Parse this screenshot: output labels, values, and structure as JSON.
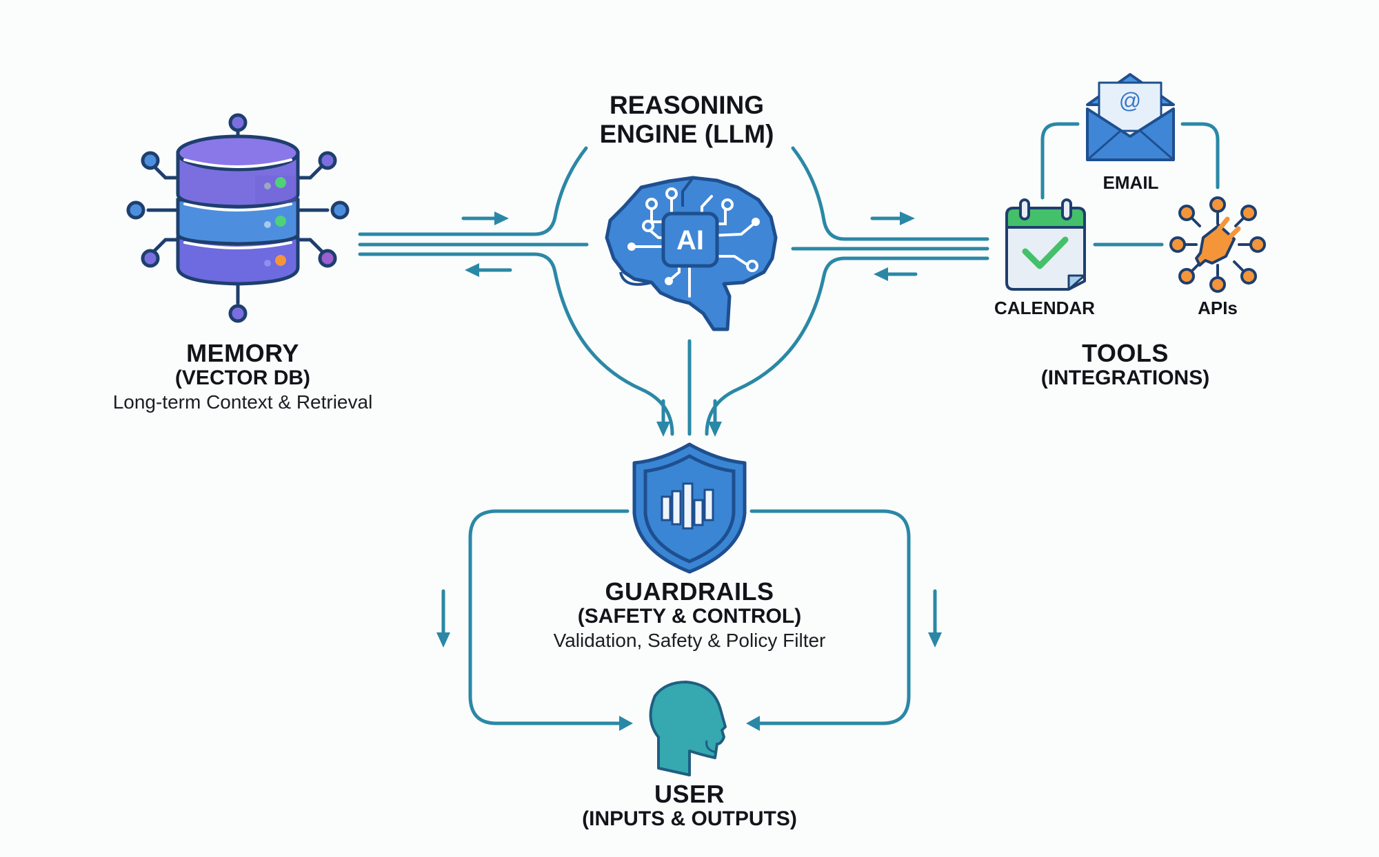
{
  "colors": {
    "flow_line": "#2a88a6",
    "outline": "#1e3f6e",
    "memory_purple": "#7b6fe0",
    "memory_blue": "#4d8fde",
    "brain_blue": "#3f86d6",
    "shield_blue": "#3a86d4",
    "user_teal": "#36a8b0",
    "calendar_green": "#45c06a",
    "api_orange": "#f5953a",
    "background": "#fbfcfc"
  },
  "nodes": {
    "memory": {
      "icon": "database-icon",
      "title": "MEMORY",
      "subtitle": "(VECTOR DB)",
      "description": "Long-term Context & Retrieval"
    },
    "reasoning": {
      "icon": "ai-brain-icon",
      "title_line1": "REASONING",
      "title_line2": "ENGINE (LLM)",
      "chip_label": "AI"
    },
    "tools": {
      "title": "TOOLS",
      "subtitle": "(INTEGRATIONS)",
      "items": [
        {
          "icon": "email-icon",
          "label": "EMAIL"
        },
        {
          "icon": "calendar-icon",
          "label": "CALENDAR"
        },
        {
          "icon": "api-plug-icon",
          "label": "APIs"
        }
      ],
      "email_glyph": "@"
    },
    "guardrails": {
      "icon": "shield-icon",
      "title": "GUARDRAILS",
      "subtitle": "(SAFETY & CONTROL)",
      "description": "Validation, Safety & Policy Filter"
    },
    "user": {
      "icon": "user-head-icon",
      "title": "USER",
      "subtitle": "(INPUTS & OUTPUTS)"
    }
  },
  "connections": [
    {
      "from": "memory",
      "to": "reasoning",
      "direction": "bidirectional"
    },
    {
      "from": "reasoning",
      "to": "tools",
      "direction": "bidirectional"
    },
    {
      "from": "reasoning",
      "to": "guardrails",
      "direction": "down"
    },
    {
      "from": "guardrails",
      "to": "user",
      "direction": "down",
      "side": "left"
    },
    {
      "from": "guardrails",
      "to": "user",
      "direction": "down",
      "side": "right"
    },
    {
      "from": "email",
      "to": "calendar",
      "direction": "link"
    },
    {
      "from": "email",
      "to": "apis",
      "direction": "link"
    },
    {
      "from": "calendar",
      "to": "apis",
      "direction": "link"
    }
  ]
}
